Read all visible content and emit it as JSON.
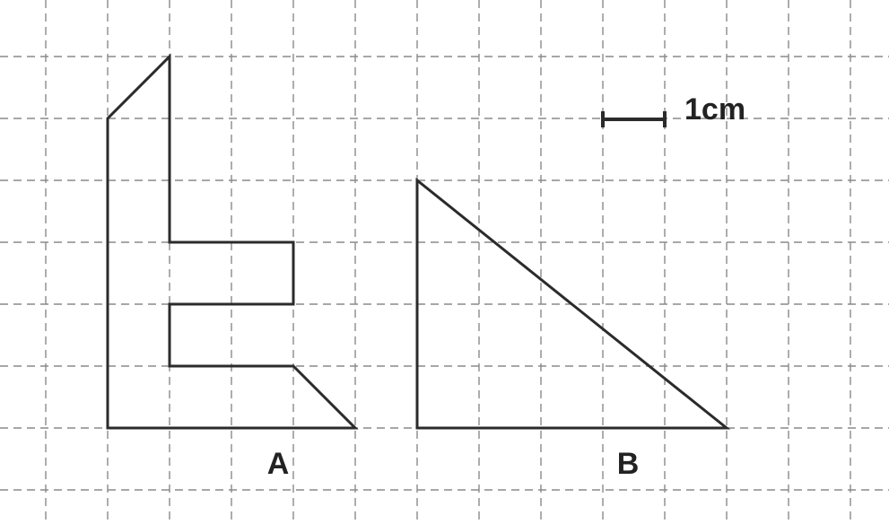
{
  "shapes": [
    {
      "label": "A",
      "vertices": [
        [
          2,
          6
        ],
        [
          3,
          7
        ],
        [
          3,
          4
        ],
        [
          5,
          4
        ],
        [
          5,
          3
        ],
        [
          3,
          3
        ],
        [
          3,
          2
        ],
        [
          5,
          2
        ],
        [
          6,
          1
        ],
        [
          2,
          1
        ]
      ]
    },
    {
      "label": "B",
      "vertices": [
        [
          7,
          5
        ],
        [
          7,
          1
        ],
        [
          12,
          1
        ]
      ]
    }
  ],
  "scale": {
    "label": "1cm",
    "length_cm": 1
  },
  "colors": {
    "grid": "#8a8a8a",
    "outline": "#2b2b2b",
    "text": "#222222"
  }
}
